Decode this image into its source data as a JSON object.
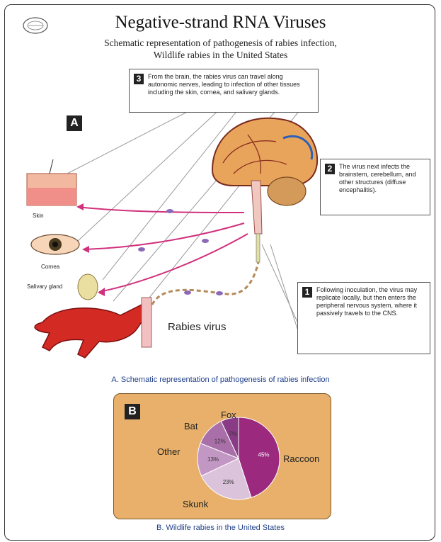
{
  "title": "Negative-strand RNA Viruses",
  "subtitle_line1": "Schematic representation of pathogenesis of rabies infection,",
  "subtitle_line2": "Wildlife rabies in the United States",
  "panel_a_letter": "A",
  "panel_b_letter": "B",
  "steps": [
    {
      "num": "3",
      "text": "From the brain, the rabies virus can travel along autonomic nerves, leading to infection of other tissues including the skin, cornea, and salivary glands."
    },
    {
      "num": "2",
      "text": "The virus next infects the brainstem, cerebellum, and other structures (diffuse encephalitis)."
    },
    {
      "num": "1",
      "text": "Following inoculation, the virus may replicate locally, but then enters the peripheral nervous system, where it passively travels to the CNS."
    }
  ],
  "organs": {
    "skin": "Skin",
    "cornea": "Cornea",
    "salivary": "Salivary gland"
  },
  "rabies_label": "Rabies virus",
  "caption_a": "A. Schematic representation of pathogenesis of rabies infection",
  "caption_b": "B. Wildlife rabies in the United States",
  "chart_data": {
    "type": "pie",
    "title": "",
    "slices": [
      {
        "label": "Raccoon",
        "value": 45,
        "value_label": "45%",
        "color": "#9b2a7e"
      },
      {
        "label": "Skunk",
        "value": 23,
        "value_label": "23%",
        "color": "#dcc3dc"
      },
      {
        "label": "Other",
        "value": 13,
        "value_label": "13%",
        "color": "#c397c4"
      },
      {
        "label": "Bat",
        "value": 12,
        "value_label": "12%",
        "color": "#a96fa8"
      },
      {
        "label": "Fox",
        "value": 7,
        "value_label": "7%",
        "color": "#8a3b86"
      }
    ]
  }
}
